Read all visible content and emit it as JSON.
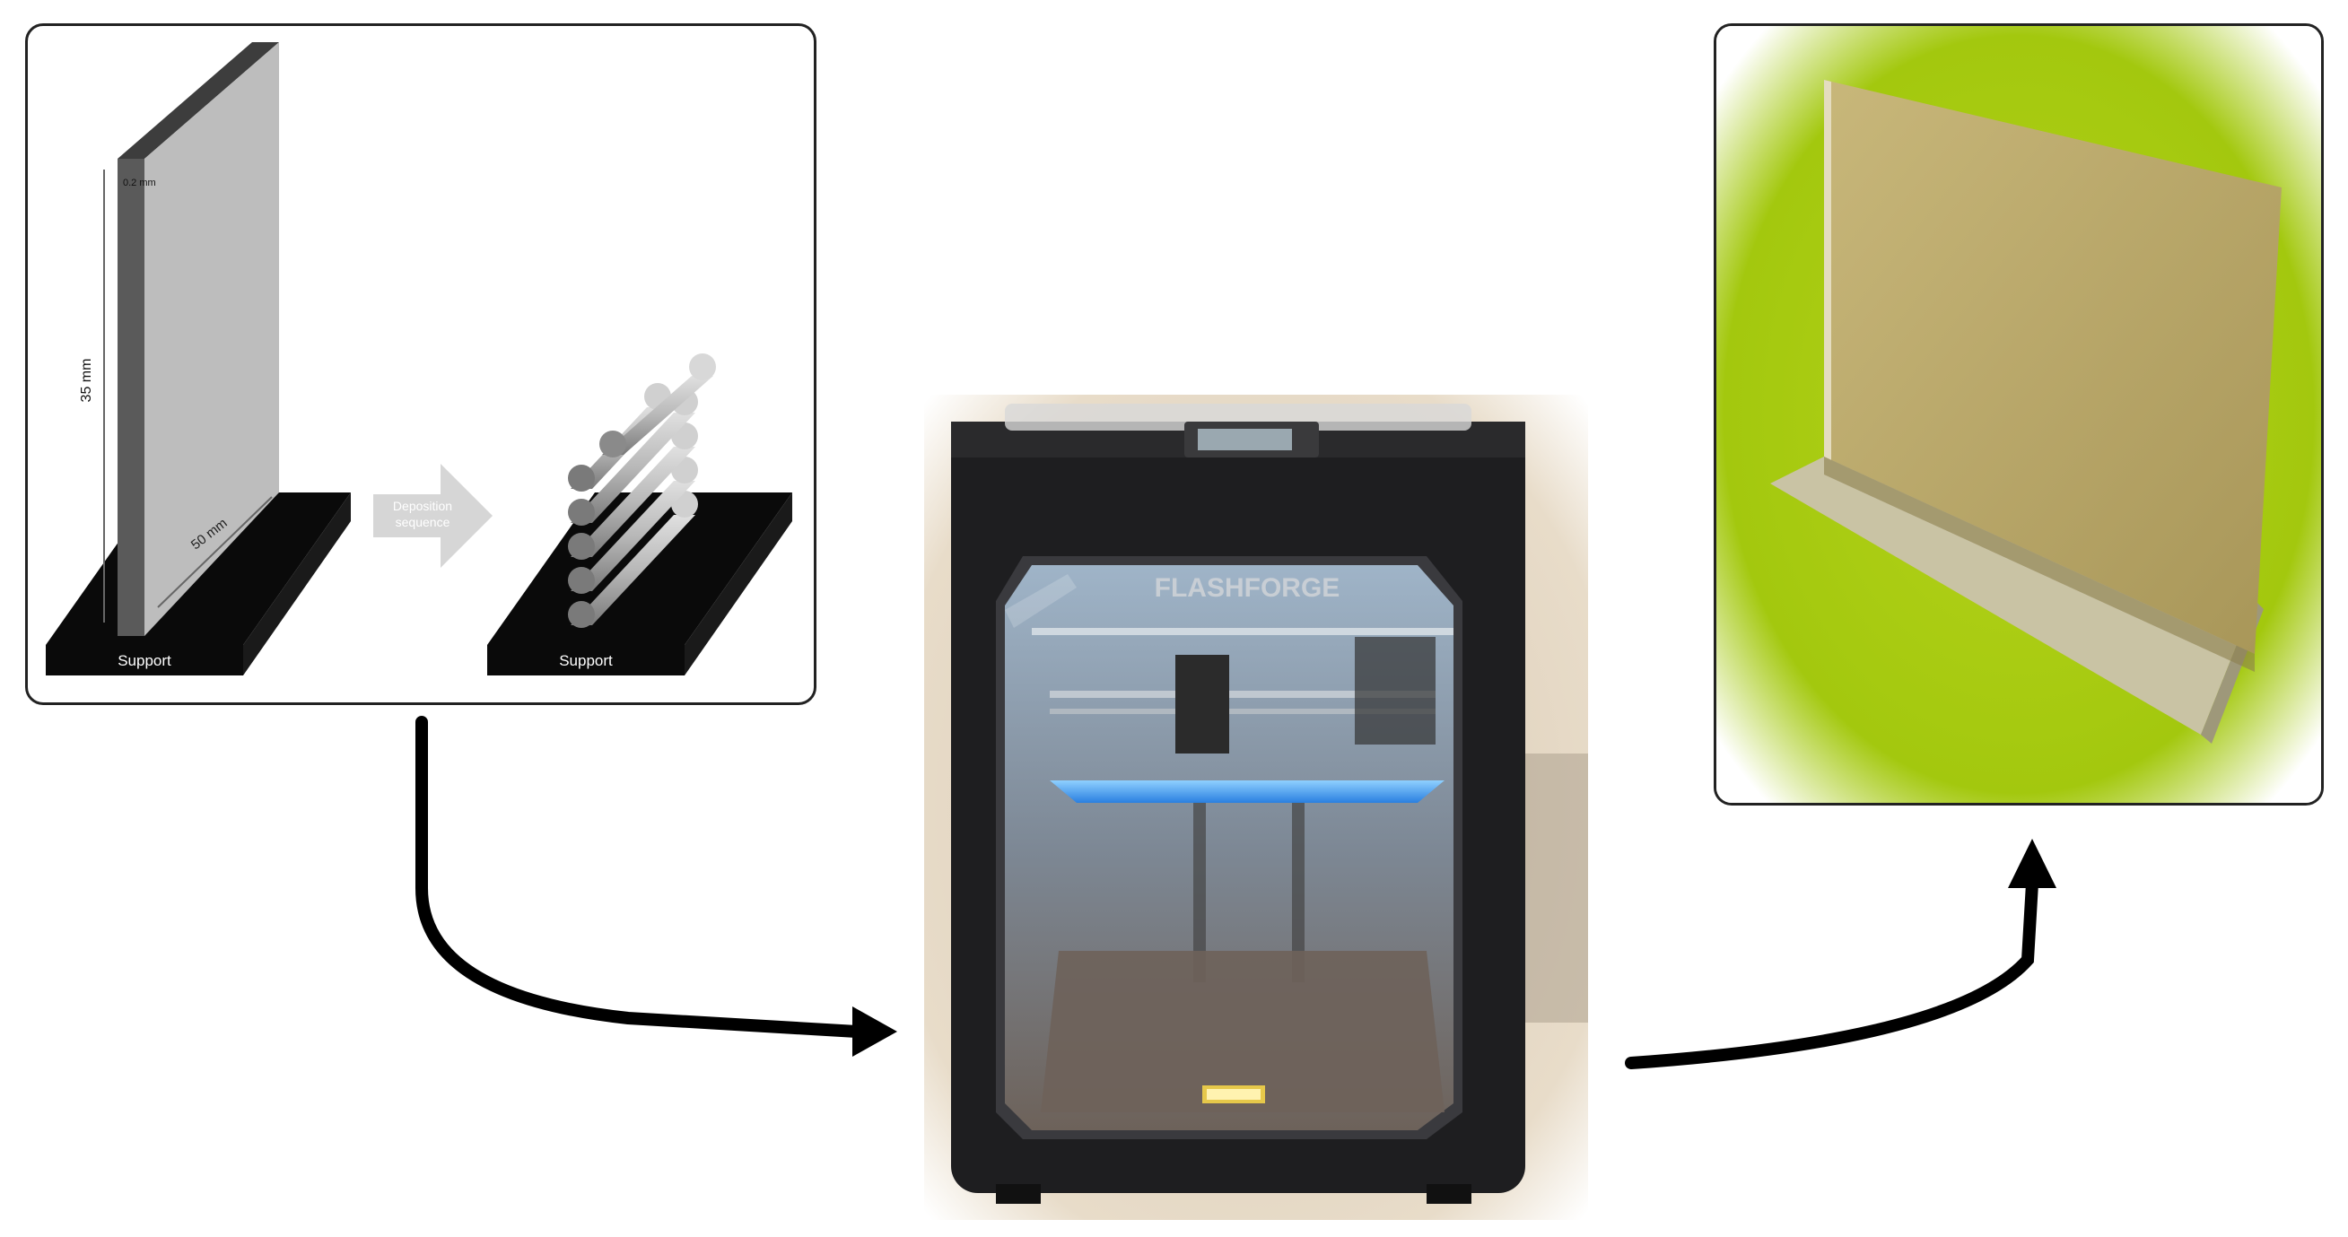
{
  "design": {
    "thickness_label": "0.2 mm",
    "height_label": "35 mm",
    "length_label": "50 mm",
    "support_label_left": "Support",
    "support_label_right": "Support",
    "arrow_label_line1": "Deposition",
    "arrow_label_line2": "sequence"
  },
  "printer": {
    "brand": "FLASHFORGE"
  },
  "colors": {
    "panel_border": "#222222",
    "support_black": "#0a0a0a",
    "wall_gray": "#bdbdbd",
    "wall_dark": "#5a5a5a",
    "printer_body": "#1e1e20",
    "bed_blue": "#3aa0ff",
    "backdrop_green": "#a3c80e",
    "part_tan": "#b9a86a"
  }
}
